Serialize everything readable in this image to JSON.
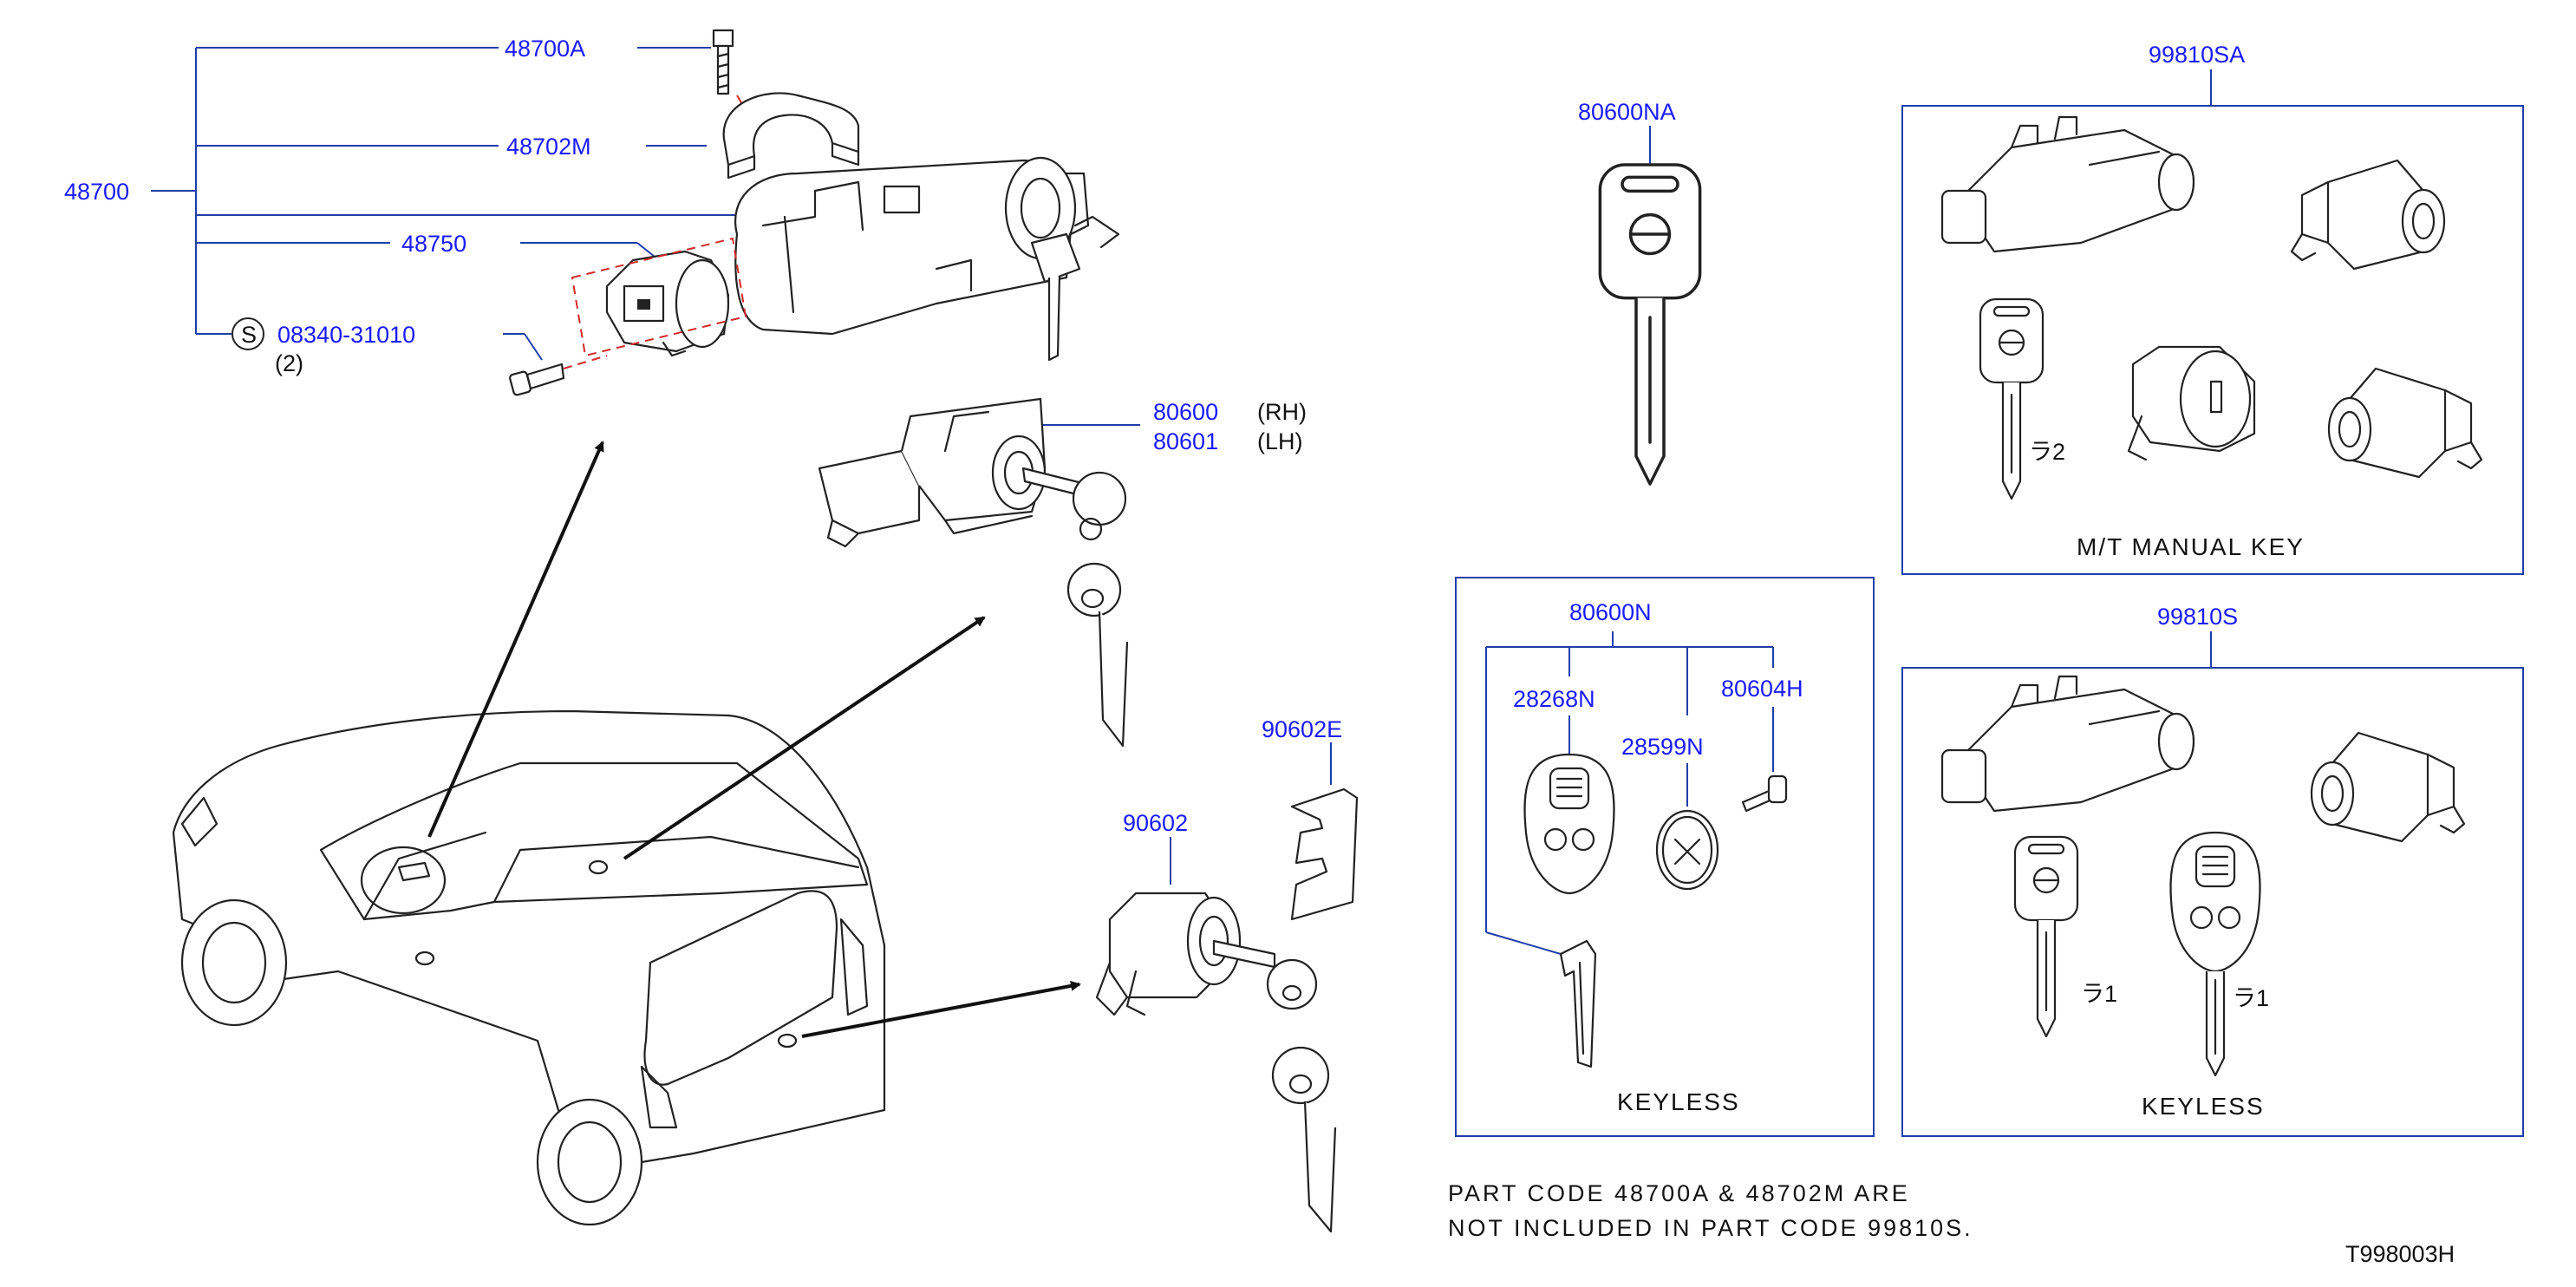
{
  "colors": {
    "part_number": "#1a1aff",
    "leader": "#1f3ea8",
    "ink": "#222222",
    "dashed_guide": "#d12a2a"
  },
  "ignition_group": {
    "main": "48700",
    "bolt": "48700A",
    "clamp": "48702M",
    "switch": "48750",
    "screw_symbol": "S",
    "screw": "08340-31010",
    "screw_qty": "(2)"
  },
  "door_lock": {
    "rh_code": "80600",
    "rh_side": "(RH)",
    "lh_code": "80601",
    "lh_side": "(LH)"
  },
  "tailgate": {
    "lock": "90602",
    "bracket": "90602E"
  },
  "blank_key": {
    "code": "80600NA"
  },
  "keyless_kit": {
    "code": "80600N",
    "case": "28268N",
    "battery": "28599N",
    "screw": "80604H",
    "label": "KEYLESS"
  },
  "set_manual": {
    "code": "99810SA",
    "key_qty": "ラ2",
    "label": "M/T   MANUAL   KEY"
  },
  "set_keyless": {
    "code": "99810S",
    "key_qty_1": "ラ1",
    "key_qty_2": "ラ1",
    "label": "KEYLESS"
  },
  "note": {
    "line1": "PART   CODE   48700A   &   48702M   ARE",
    "line2": "NOT   INCLUDED   IN   PART   CODE   99810S."
  },
  "diagram_id": "T998003H"
}
